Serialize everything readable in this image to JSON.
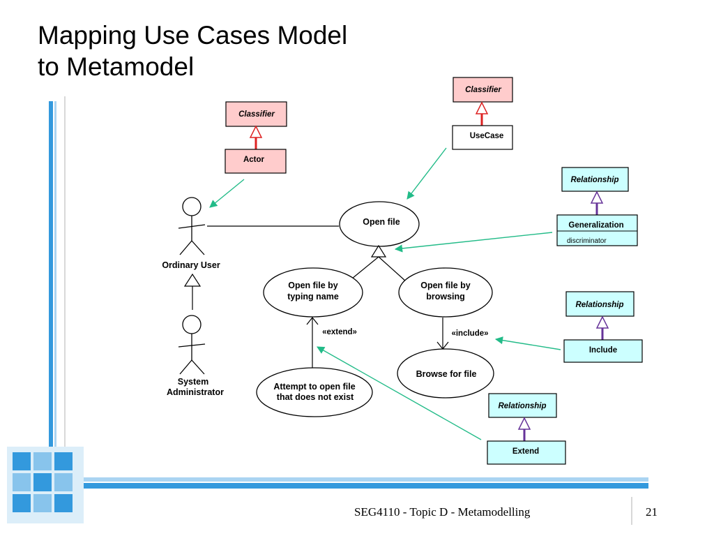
{
  "slide": {
    "title_line1": "Mapping Use Cases Model",
    "title_line2": "to Metamodel",
    "footer": "SEG4110 - Topic D - Metamodelling",
    "page_number": "21"
  },
  "colors": {
    "classifier_fill": "#ffcccc",
    "relationship_fill": "#ccffff",
    "generalization_arrow": "#dd2222",
    "relationship_arrow": "#663399",
    "pointer_line": "#22bb88",
    "decor_blue": "#3399dd"
  },
  "actors": {
    "ordinary_user": "Ordinary User",
    "sysadmin_line1": "System",
    "sysadmin_line2": "Administrator"
  },
  "use_cases": {
    "open_file": "Open file",
    "typing_line1": "Open file by",
    "typing_line2": "typing name",
    "browsing_line1": "Open file by",
    "browsing_line2": "browsing",
    "browse_for_file": "Browse for file",
    "attempt_line1": "Attempt to open file",
    "attempt_line2": "that does not exist"
  },
  "stereotypes": {
    "extend": "«extend»",
    "include": "«include»"
  },
  "metamodel": {
    "classifier_actor": "Classifier",
    "actor": "Actor",
    "classifier_usecase": "Classifier",
    "usecase": "UseCase",
    "relationship_gen": "Relationship",
    "generalization": "Generalization",
    "discriminator": "discriminator",
    "relationship_inc": "Relationship",
    "include": "Include",
    "relationship_ext": "Relationship",
    "extend": "Extend"
  }
}
